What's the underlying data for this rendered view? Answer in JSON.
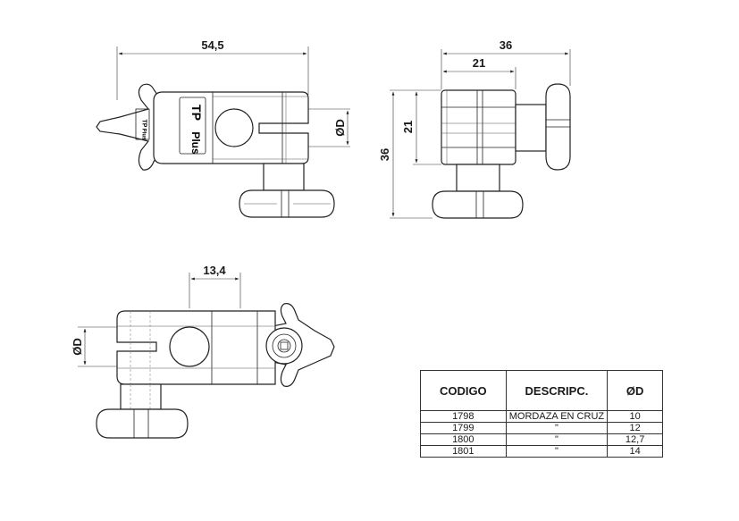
{
  "dimensions": {
    "front_width": "54,5",
    "front_diameter": "ØD",
    "side_total_width": "36",
    "side_body_width": "21",
    "side_body_height": "21",
    "side_total_height": "36",
    "bottom_bore_offset": "13,4",
    "bottom_diameter": "ØD"
  },
  "logo_text": [
    "TP",
    "Plus"
  ],
  "table": {
    "headers": [
      "CODIGO",
      "DESCRIPC.",
      "ØD"
    ],
    "rows": [
      [
        "1798",
        "MORDAZA EN CRUZ",
        "10"
      ],
      [
        "1799",
        "\"",
        "12"
      ],
      [
        "1800",
        "\"",
        "12,7"
      ],
      [
        "1801",
        "\"",
        "14"
      ]
    ]
  }
}
